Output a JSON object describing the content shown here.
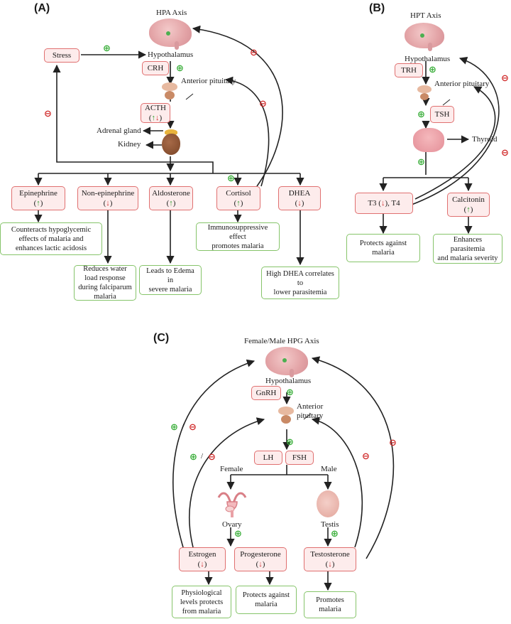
{
  "panels": {
    "a": "(A)",
    "b": "(B)",
    "c": "(C)"
  },
  "plus": "⊕",
  "minus": "⊖",
  "up_arrow": "↑",
  "down_arrow": "↓",
  "colors": {
    "stimulatory": "#3aae3a",
    "inhibitory": "#d02a2a",
    "hormone_box_border": "#e07070",
    "hormone_box_fill": "#fdecec",
    "effect_box_border": "#86c46a"
  },
  "icons": [
    "brain-icon",
    "pituitary-icon",
    "adrenal-kidney-icon",
    "thyroid-icon",
    "uterus-ovary-icon",
    "testis-icon"
  ],
  "hpa": {
    "title": "HPA Axis",
    "stress": "Stress",
    "hypothalamus": "Hypothalamus",
    "crh": "CRH",
    "anterior_pituitary": "Anterior pituitary",
    "acth": "ACTH",
    "adrenal_gland": "Adrenal gland",
    "kidney": "Kidney",
    "hormones": {
      "epinephrine": "Epinephrine",
      "non_epinephrine": "Non-epinephrine",
      "aldosterone": "Aldosterone",
      "cortisol": "Cortisol",
      "dhea": "DHEA"
    },
    "effects": {
      "epinephrine": "Counteracts hypoglycemic\neffects of malaria and\nenhances lactic acidosis",
      "non_epinephrine": "Reduces water\nload response\nduring falciparum\nmalaria",
      "aldosterone": "Leads to Edema in\nsevere malaria",
      "cortisol": "Immunosuppressive effect\npromotes malaria",
      "dhea": "High DHEA correlates to\nlower parasitemia"
    }
  },
  "hpt": {
    "title": "HPT Axis",
    "hypothalamus": "Hypothalamus",
    "trh": "TRH",
    "anterior_pituitary": "Anterior pituitary",
    "tsh": "TSH",
    "thyroid": "Thyroid",
    "t3": "T3 (",
    "t3_tail": "), T4",
    "calcitonin": "Calcitonin",
    "effects": {
      "t3t4": "Protects against\nmalaria",
      "calcitonin": "Enhances parasitemia\nand malaria severity"
    }
  },
  "hpg": {
    "title": "Female/Male HPG Axis",
    "hypothalamus": "Hypothalamus",
    "gnrh": "GnRH",
    "anterior_pituitary": "Anterior\npituitary",
    "lh": "LH",
    "fsh": "FSH",
    "female": "Female",
    "male": "Male",
    "ovary": "Ovary",
    "testis": "Testis",
    "slash": "/",
    "estrogen": "Estrogen",
    "progesterone": "Progesterone",
    "testosterone": "Testosterone",
    "effects": {
      "estrogen": "Physiological\nlevels protects\nfrom malaria",
      "progesterone": "Protects against\nmalaria",
      "testosterone": "Promotes\nmalaria"
    }
  }
}
